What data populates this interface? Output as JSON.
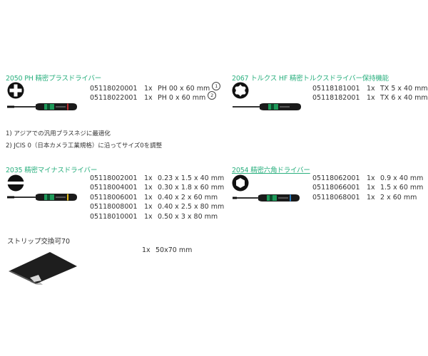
{
  "sections": [
    {
      "title": "2050 PH 精密プラスドライバー",
      "icon": "phillips-tip-icon",
      "rows": [
        {
          "code": "05118020001",
          "qty": "1x",
          "size": "PH 00 x 60 mm",
          "note": "1"
        },
        {
          "code": "05118022001",
          "qty": "1x",
          "size": "PH 0 x 60 mm",
          "note": "2"
        }
      ]
    },
    {
      "title": "2067 トルクス HF 精密トルクスドライバー保持機能",
      "icon": "torx-tip-icon",
      "rows": [
        {
          "code": "05118181001",
          "qty": "1x",
          "size": "TX 5 x 40 mm"
        },
        {
          "code": "05118182001",
          "qty": "1x",
          "size": "TX 6 x 40 mm"
        }
      ]
    },
    {
      "title": "2035 精密マイナスドライバー",
      "icon": "slotted-tip-icon",
      "rows": [
        {
          "code": "05118002001",
          "qty": "1x",
          "size": "0.23 x 1.5 x 40 mm"
        },
        {
          "code": "05118004001",
          "qty": "1x",
          "size": "0.30 x 1.8 x 60 mm"
        },
        {
          "code": "05118006001",
          "qty": "1x",
          "size": "0.40 x 2 x 60 mm"
        },
        {
          "code": "05118008001",
          "qty": "1x",
          "size": "0.40 x 2.5 x 80 mm"
        },
        {
          "code": "05118010001",
          "qty": "1x",
          "size": "0.50 x 3 x 80 mm"
        }
      ]
    },
    {
      "title": "2054 精密六角ドライバー",
      "icon": "hex-tip-icon",
      "rows": [
        {
          "code": "05118062001",
          "qty": "1x",
          "size": "0.9 x 40 mm"
        },
        {
          "code": "05118066001",
          "qty": "1x",
          "size": "1.5 x 60 mm"
        },
        {
          "code": "05118068001",
          "qty": "1x",
          "size": "2 x 60 mm"
        }
      ]
    }
  ],
  "notes": [
    "1) アジアでの汎用プラスネジに最適化",
    "2) JCIS 0（日本カメラ工業規格）に沿ってサイズ0を調整"
  ],
  "strip": {
    "title": "ストリップ交換可70",
    "qty": "1x",
    "size": "50x70 mm"
  },
  "colors": {
    "title_green": "#2bb07f",
    "handle_green": "#1e9a5a",
    "ring_red": "#c0282d",
    "ring_yellow": "#e8c21c",
    "ring_blue": "#2a7fc4"
  }
}
